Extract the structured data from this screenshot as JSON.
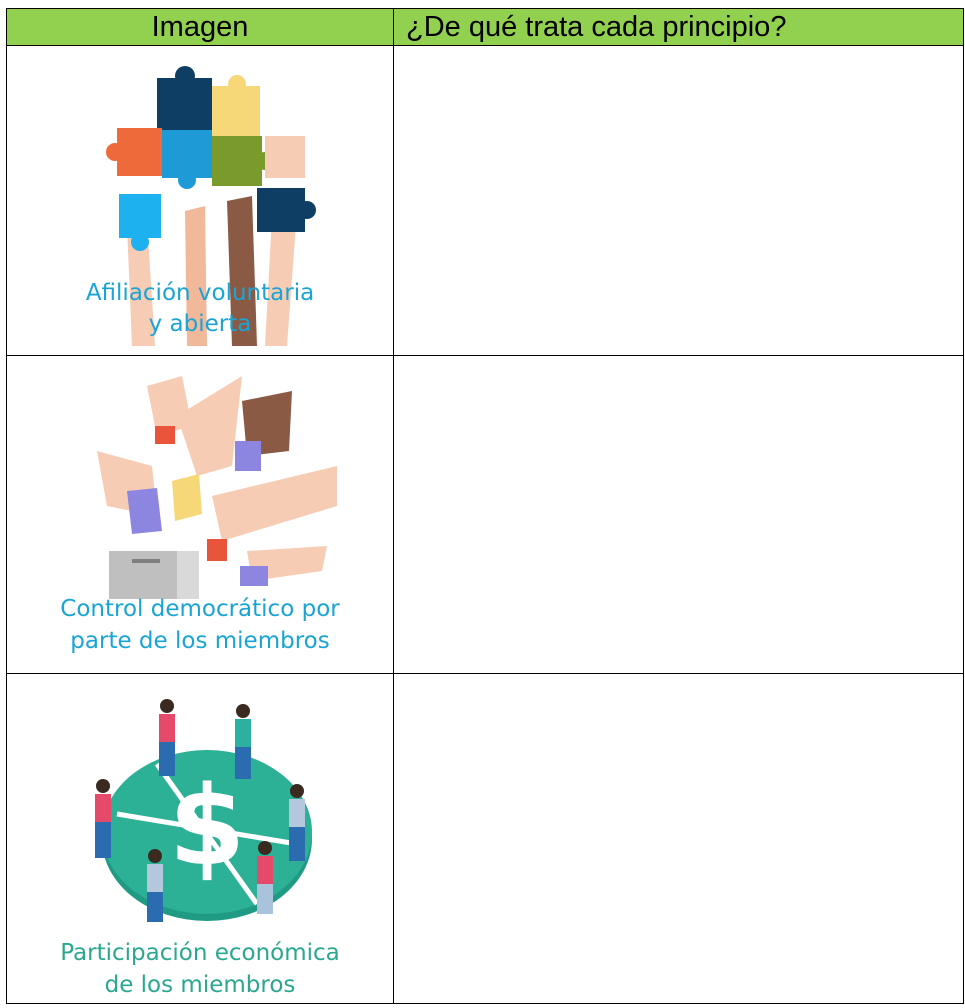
{
  "header": {
    "col_image": "Imagen",
    "col_description": "¿De qué trata cada principio?"
  },
  "rows": [
    {
      "caption_line1": "Afiliación voluntaria",
      "caption_line2": "y abierta",
      "image": "puzzle-hands-illustration",
      "answer": ""
    },
    {
      "caption_line1": "Control democrático por",
      "caption_line2": "parte de los miembros",
      "image": "voting-hands-ballot-box-illustration",
      "answer": ""
    },
    {
      "caption_line1": "Participación económica",
      "caption_line2": "de los miembros",
      "image": "people-on-dollar-coin-illustration",
      "answer": ""
    }
  ],
  "colors": {
    "header_bg": "#92d050",
    "caption_blue": "#1aa4d6",
    "caption_green": "#2aa88f"
  }
}
